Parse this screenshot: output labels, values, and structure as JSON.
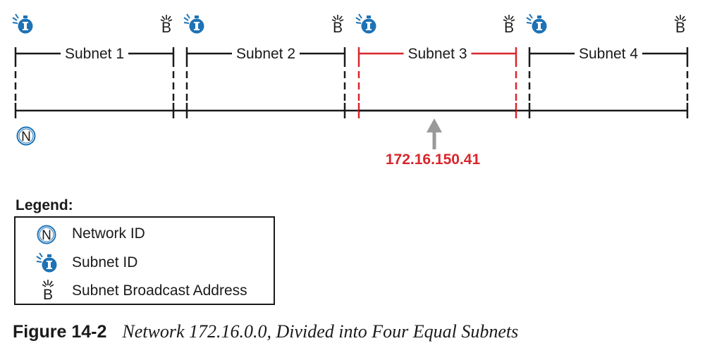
{
  "subnets": [
    {
      "label": "Subnet 1",
      "highlight": false
    },
    {
      "label": "Subnet 2",
      "highlight": false
    },
    {
      "label": "Subnet 3",
      "highlight": true
    },
    {
      "label": "Subnet 4",
      "highlight": false
    }
  ],
  "network_marker": "N",
  "broadcast_marker": "B",
  "address": "172.16.150.41",
  "legend": {
    "title": "Legend:",
    "items": [
      {
        "icon": "network-id-icon",
        "label": "Network ID"
      },
      {
        "icon": "subnet-id-icon",
        "label": "Subnet ID"
      },
      {
        "icon": "broadcast-icon",
        "label": "Subnet Broadcast Address"
      }
    ]
  },
  "caption": {
    "number": "Figure 14-2",
    "text": "Network 172.16.0.0, Divided into Four Equal Subnets"
  },
  "colors": {
    "line": "#1a1a1a",
    "highlight": "#d8262e",
    "subnet_icon": "#1e73b6",
    "arrow": "#999999"
  }
}
